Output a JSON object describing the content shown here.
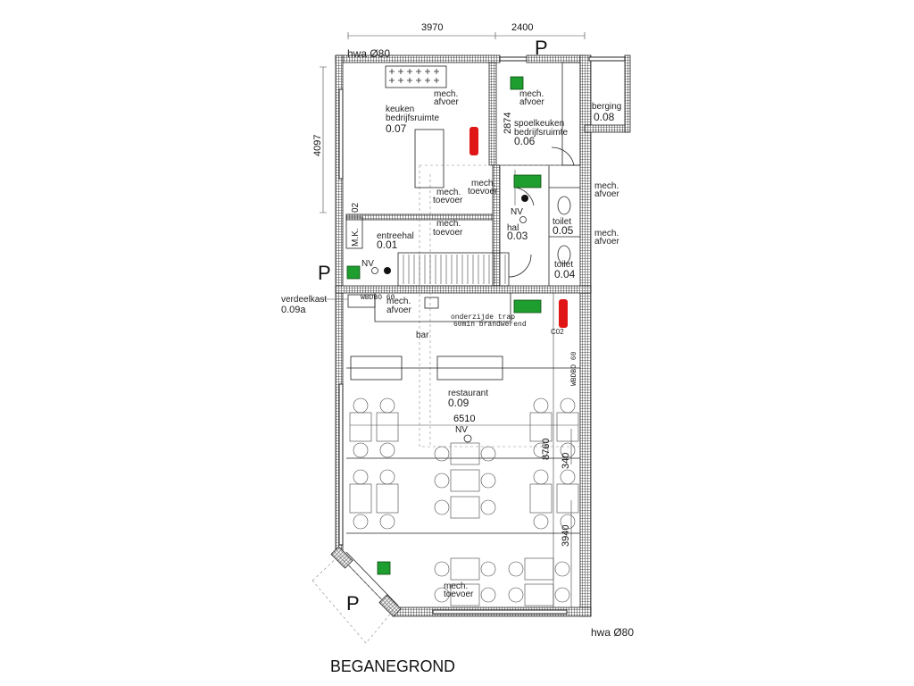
{
  "title": "BEGANEGROND",
  "dimensions": {
    "top_left": "3970",
    "top_right": "2400",
    "left": "4097",
    "spoel": "2874",
    "restaurant_width": "6510",
    "restaurant_depth": "8760",
    "small": "340",
    "lower": "3940"
  },
  "drainpipes": [
    "hwa Ø80",
    "hwa Ø80"
  ],
  "parking_marks": [
    "P",
    "P",
    "P"
  ],
  "rooms": {
    "keuken": {
      "name": "keuken",
      "sub": "bedrijfsruimte",
      "number": "0.07"
    },
    "berging": {
      "name": "berging",
      "number": "0.08"
    },
    "spoelkeuken": {
      "name": "spoelkeuken",
      "sub": "bedrijfsruimte",
      "number": "0.06"
    },
    "hal": {
      "name": "hal",
      "number": "0.03"
    },
    "toilet1": {
      "name": "toilet",
      "number": "0.05"
    },
    "toilet2": {
      "name": "toilet",
      "number": "0.04"
    },
    "entreehal": {
      "name": "entreehal",
      "number": "0.01"
    },
    "verdeelkast": {
      "name": "verdeelkast",
      "number": "0.09a"
    },
    "restaurant": {
      "name": "restaurant",
      "number": "0.09"
    },
    "bar": {
      "name": "bar"
    }
  },
  "annotations": {
    "mech": "mech.",
    "afvoer": "afvoer",
    "toevoer": "toevoer",
    "nv": "NV",
    "mk": "M.K.",
    "mk_num": "02",
    "wbdbo": "WBDBO 60",
    "trap1": "onderzijde trap",
    "trap2": "60min brandwerend",
    "co2": "C02"
  },
  "colors": {
    "sign": "#1e9e2e",
    "extinguisher": "#e01515"
  }
}
